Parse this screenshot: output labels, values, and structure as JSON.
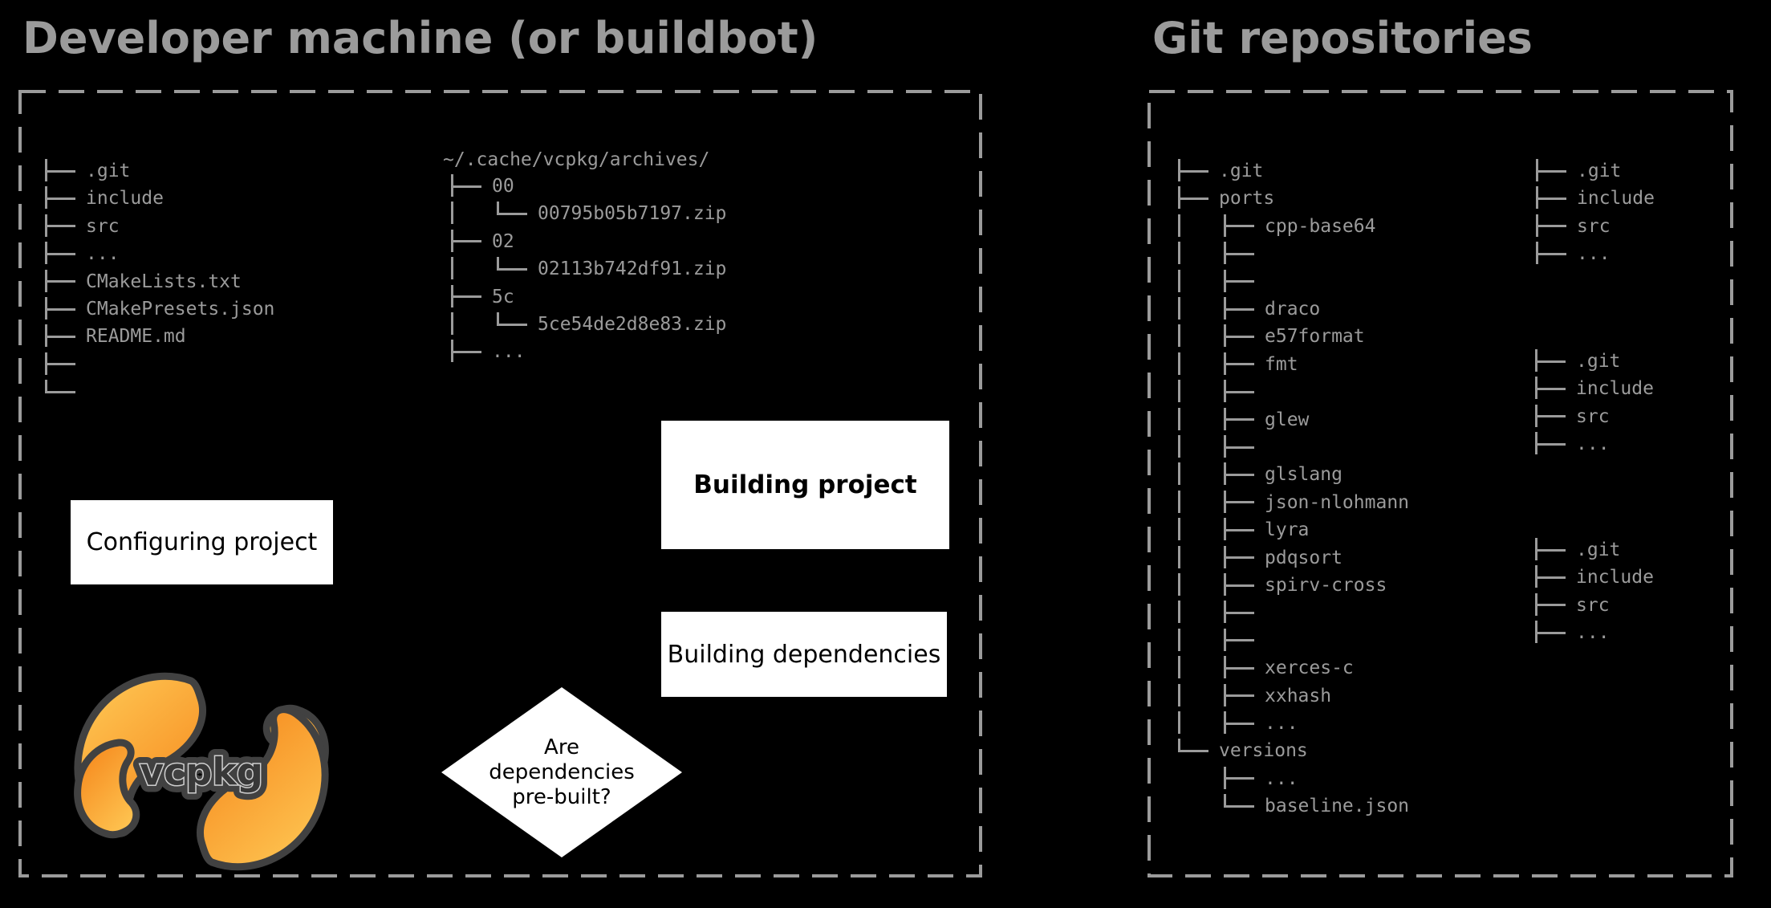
{
  "colors": {
    "background": "#000000",
    "text_gray": "#9b9b9b",
    "box_background": "#ffffff",
    "box_text": "#000000",
    "logo_orange_light": "#ffcb57",
    "logo_orange_dark": "#f68b1f",
    "logo_outline": "#414141",
    "logo_text_fill": "#383838",
    "logo_text_edge": "#cfcfcf"
  },
  "panels": {
    "developer": {
      "title": "Developer machine (or buildbot)"
    },
    "git": {
      "title": "Git repositories"
    }
  },
  "flow": {
    "configuring": "Configuring project",
    "building_project": "Building project",
    "building_dependencies": "Building dependencies",
    "decision": {
      "lines": [
        "Are",
        "dependencies",
        "pre-built?"
      ]
    }
  },
  "logo": {
    "text": "vcpkg"
  },
  "trees": {
    "project": {
      "rows": [
        {
          "label": ".git",
          "lvl": 1,
          "kind": "b"
        },
        {
          "label": "include",
          "lvl": 1,
          "kind": "b"
        },
        {
          "label": "src",
          "lvl": 1,
          "kind": "b"
        },
        {
          "label": "...",
          "lvl": 1,
          "kind": "b"
        },
        {
          "label": "CMakeLists.txt",
          "lvl": 1,
          "kind": "b"
        },
        {
          "label": "CMakePresets.json",
          "lvl": 1,
          "kind": "b"
        },
        {
          "label": "README.md",
          "lvl": 1,
          "kind": "b"
        },
        {
          "label": "",
          "lvl": 1,
          "kind": "b"
        },
        {
          "label": "",
          "lvl": 1,
          "kind": "e"
        }
      ]
    },
    "cache": {
      "root": "~/.cache/vcpkg/archives/",
      "rows": [
        {
          "label": "00",
          "lvl": 1,
          "kind": "b"
        },
        {
          "label": "00795b05b7197.zip",
          "lvl": 2,
          "kind": "e",
          "cont": true
        },
        {
          "label": "02",
          "lvl": 1,
          "kind": "b"
        },
        {
          "label": "02113b742df91.zip",
          "lvl": 2,
          "kind": "e",
          "cont": true
        },
        {
          "label": "5c",
          "lvl": 1,
          "kind": "b"
        },
        {
          "label": "5ce54de2d8e83.zip",
          "lvl": 2,
          "kind": "e",
          "cont": true
        },
        {
          "label": "...",
          "lvl": 1,
          "kind": "b"
        }
      ]
    },
    "repo": {
      "rows": [
        {
          "label": ".git",
          "lvl": 1,
          "kind": "b"
        },
        {
          "label": "ports",
          "lvl": 1,
          "kind": "b"
        },
        {
          "label": "cpp-base64",
          "lvl": 2,
          "kind": "b",
          "cont": true
        },
        {
          "label": "",
          "lvl": 2,
          "kind": "b",
          "cont": true
        },
        {
          "label": "",
          "lvl": 2,
          "kind": "b",
          "cont": true
        },
        {
          "label": "draco",
          "lvl": 2,
          "kind": "b",
          "cont": true
        },
        {
          "label": "e57format",
          "lvl": 2,
          "kind": "b",
          "cont": true
        },
        {
          "label": "fmt",
          "lvl": 2,
          "kind": "b",
          "cont": true
        },
        {
          "label": "",
          "lvl": 2,
          "kind": "b",
          "cont": true
        },
        {
          "label": "glew",
          "lvl": 2,
          "kind": "b",
          "cont": true
        },
        {
          "label": "",
          "lvl": 2,
          "kind": "b",
          "cont": true
        },
        {
          "label": "glslang",
          "lvl": 2,
          "kind": "b",
          "cont": true
        },
        {
          "label": "json-nlohmann",
          "lvl": 2,
          "kind": "b",
          "cont": true
        },
        {
          "label": "lyra",
          "lvl": 2,
          "kind": "b",
          "cont": true
        },
        {
          "label": "pdqsort",
          "lvl": 2,
          "kind": "b",
          "cont": true
        },
        {
          "label": "spirv-cross",
          "lvl": 2,
          "kind": "b",
          "cont": true
        },
        {
          "label": "",
          "lvl": 2,
          "kind": "b",
          "cont": true
        },
        {
          "label": "",
          "lvl": 2,
          "kind": "b",
          "cont": true
        },
        {
          "label": "xerces-c",
          "lvl": 2,
          "kind": "b",
          "cont": true
        },
        {
          "label": "xxhash",
          "lvl": 2,
          "kind": "b",
          "cont": true
        },
        {
          "label": "...",
          "lvl": 2,
          "kind": "b",
          "cont": true
        },
        {
          "label": "versions",
          "lvl": 1,
          "kind": "e"
        },
        {
          "label": "...",
          "lvl": 2,
          "kind": "b",
          "cont": false
        },
        {
          "label": "baseline.json",
          "lvl": 2,
          "kind": "e",
          "cont": false
        }
      ]
    },
    "small_a": {
      "rows": [
        {
          "label": ".git",
          "lvl": 1,
          "kind": "b"
        },
        {
          "label": "include",
          "lvl": 1,
          "kind": "b"
        },
        {
          "label": "src",
          "lvl": 1,
          "kind": "b"
        },
        {
          "label": "...",
          "lvl": 1,
          "kind": "b"
        }
      ]
    },
    "small_b": {
      "rows": [
        {
          "label": ".git",
          "lvl": 1,
          "kind": "b"
        },
        {
          "label": "include",
          "lvl": 1,
          "kind": "b"
        },
        {
          "label": "src",
          "lvl": 1,
          "kind": "b"
        },
        {
          "label": "...",
          "lvl": 1,
          "kind": "b"
        }
      ]
    },
    "small_c": {
      "rows": [
        {
          "label": ".git",
          "lvl": 1,
          "kind": "b"
        },
        {
          "label": "include",
          "lvl": 1,
          "kind": "b"
        },
        {
          "label": "src",
          "lvl": 1,
          "kind": "b"
        },
        {
          "label": "...",
          "lvl": 1,
          "kind": "b"
        }
      ]
    }
  }
}
